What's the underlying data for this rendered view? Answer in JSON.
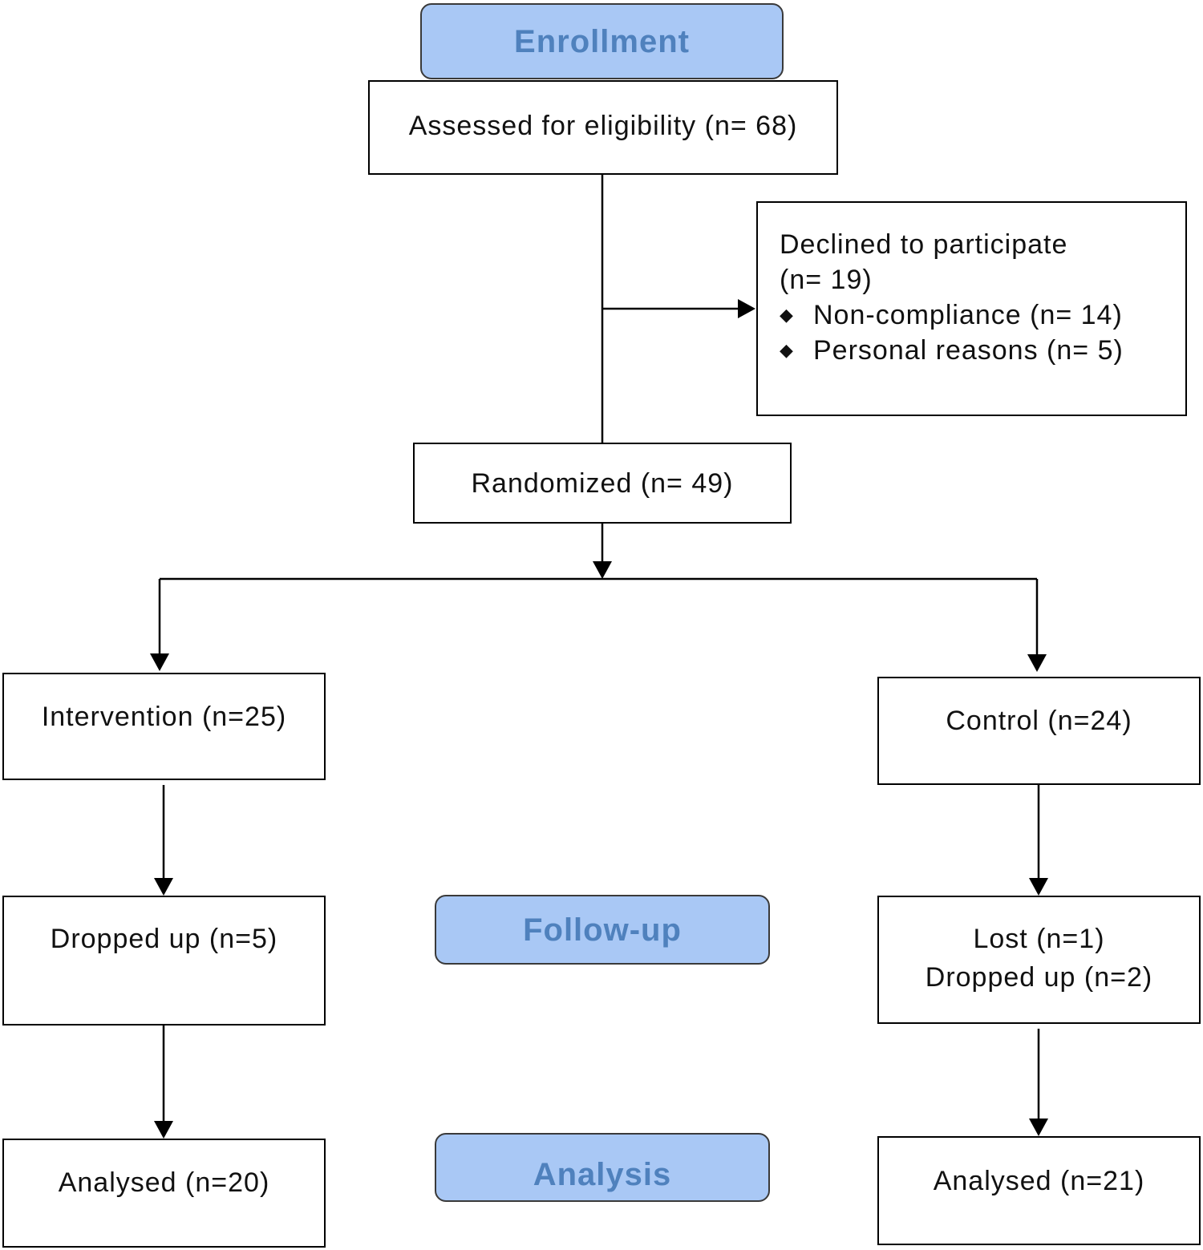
{
  "stages": {
    "enrollment": "Enrollment",
    "follow_up": "Follow-up",
    "analysis": "Analysis"
  },
  "boxes": {
    "assessed": "Assessed for eligibility (n= 68)",
    "declined": {
      "line1": "Declined to participate",
      "line2": "(n= 19)",
      "reasons": [
        "Non-compliance  (n= 14)",
        "Personal reasons (n= 5)"
      ]
    },
    "randomized": "Randomized  (n= 49)",
    "intervention": "Intervention  (n=25)",
    "control": "Control  (n=24)",
    "intervention_dropped": "Dropped  up (n=5)",
    "control_lost": {
      "line1": "Lost (n=1)",
      "line2": "Dropped  up (n=2)"
    },
    "intervention_analysed": "Analysed (n=20)",
    "control_analysed": "Analysed (n=21)"
  },
  "colors": {
    "stage_fill": "#a9c8f5",
    "stage_text": "#4f81bd",
    "line": "#000000"
  }
}
